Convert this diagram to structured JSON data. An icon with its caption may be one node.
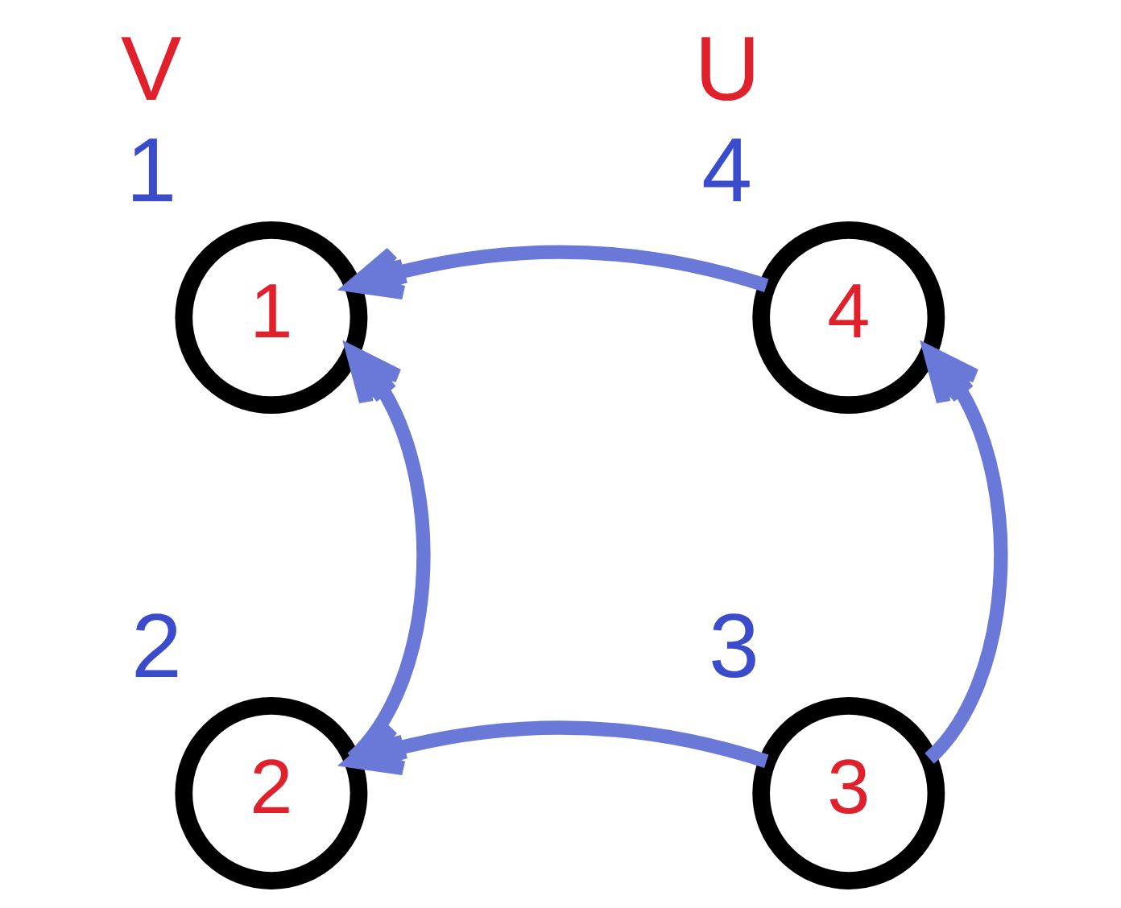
{
  "diagram": {
    "nodes": [
      {
        "text": [
          "1"
        ],
        "beside": [
          "V",
          "1"
        ]
      },
      {
        "text": [
          "4"
        ],
        "beside": [
          "U",
          "4"
        ]
      },
      {
        "text": [
          "2"
        ],
        "beside": [
          "2"
        ]
      },
      {
        "text": [
          "3"
        ],
        "beside": [
          "3"
        ]
      }
    ],
    "edges": [
      {
        "from": 1,
        "to": 0,
        "arrow": "to"
      },
      {
        "from": 2,
        "to": 0,
        "arrow": "to"
      },
      {
        "from": 3,
        "to": 2,
        "arrow": "to"
      },
      {
        "from": 3,
        "to": 1,
        "arrow": "to"
      }
    ]
  }
}
